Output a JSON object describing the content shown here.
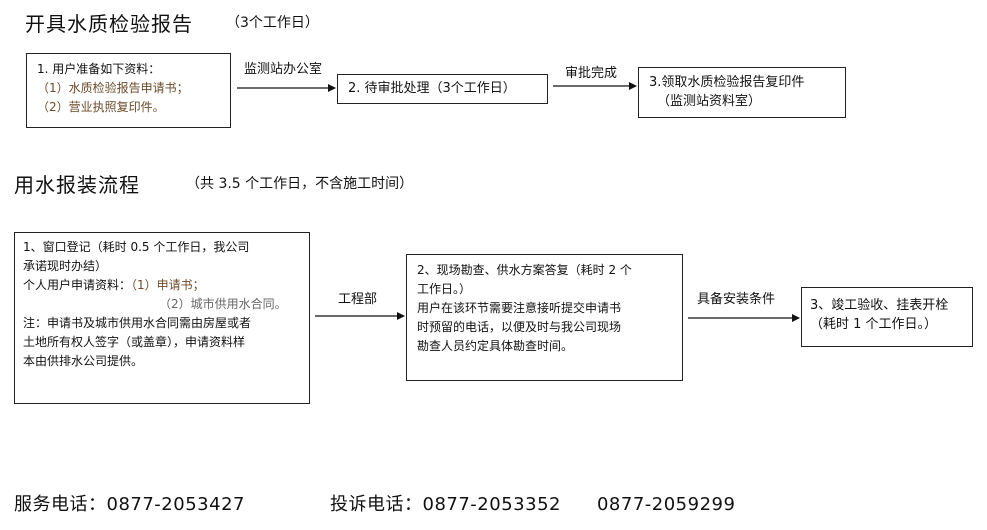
{
  "section1": {
    "title": "开具水质检验报告",
    "note": "（3个工作日）",
    "box1": {
      "line1": "1. 用户准备如下资料：",
      "line2": "（1）水质检验报告申请书；",
      "line3": "（2）营业执照复印件。"
    },
    "arrow1_label": "监测站办公室",
    "box2": {
      "text": "2. 待审批处理（3个工作日）"
    },
    "arrow2_label": "审批完成",
    "box3": {
      "line1": "3.领取水质检验报告复印件",
      "line2": "（监测站资料室）"
    }
  },
  "section2": {
    "title": "用水报装流程",
    "note": "（共 3.5 个工作日，不含施工时间）",
    "box1": {
      "line1": "1、窗口登记（耗时 0.5 个工作日，我公司",
      "line2": "承诺现时办结）",
      "line3a": "个人用户申请资料：",
      "line3b": "（1）申请书；",
      "line4": "（2）城市供用水合同。",
      "line5": "注：申请书及城市供用水合同需由房屋或者",
      "line6": "土地所有权人签字（或盖章），申请资料样",
      "line7": "本由供排水公司提供。"
    },
    "arrow1_label": "工程部",
    "box2": {
      "line1": "2、现场勘查、供水方案答复（耗时 2 个",
      "line2": "工作日。）",
      "line3": "用户在该环节需要注意接听提交申请书",
      "line4": "时预留的电话，以便及时与我公司现场",
      "line5": "勘查人员约定具体勘查时间。"
    },
    "arrow2_label": "具备安装条件",
    "box3": {
      "line1": "3、竣工验收、挂表开栓",
      "line2": "（耗时 1 个工作日。）"
    }
  },
  "footer": {
    "service_label": "服务电话：",
    "service_phone": "0877-2053427",
    "complaint_label": "投诉电话：",
    "complaint_phone1": "0877-2053352",
    "complaint_phone2": "0877-2059299"
  }
}
